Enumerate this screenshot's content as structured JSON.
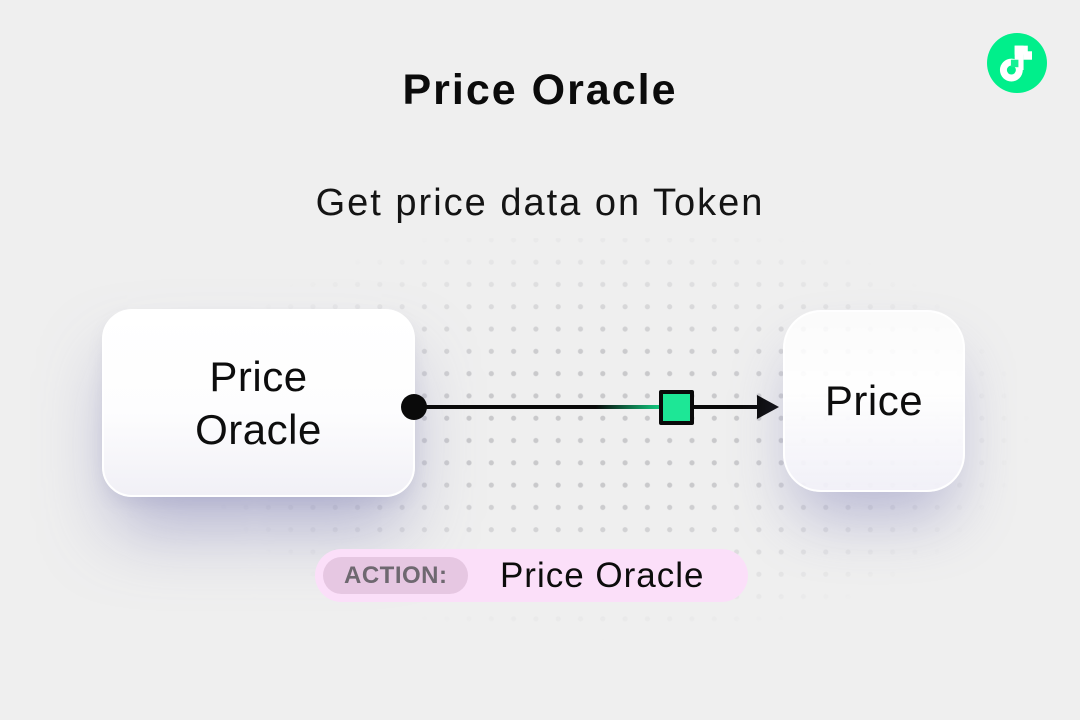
{
  "page": {
    "title": "Price Oracle",
    "subtitle": "Get price data on Token"
  },
  "logo": {
    "name": "flow-logo",
    "brand_color": "#00EF8B"
  },
  "diagram": {
    "source_node": {
      "label": "Price Oracle"
    },
    "target_node": {
      "label": "Price"
    },
    "connector": {
      "line_color": "#0A0A0A",
      "marker_color": "#1DE796",
      "direction": "left-to-right"
    }
  },
  "action_badge": {
    "label": "ACTION:",
    "value": "Price Oracle",
    "bg_color": "#FBDFF9",
    "label_bg_color": "#E6C7E2",
    "label_text_color": "#6E6870"
  },
  "colors": {
    "background": "#EFEFEF",
    "dot_grid": "#96969C",
    "node_shadow": "rgba(118,118,178,0.5)",
    "accent_green": "#00EF8B"
  }
}
